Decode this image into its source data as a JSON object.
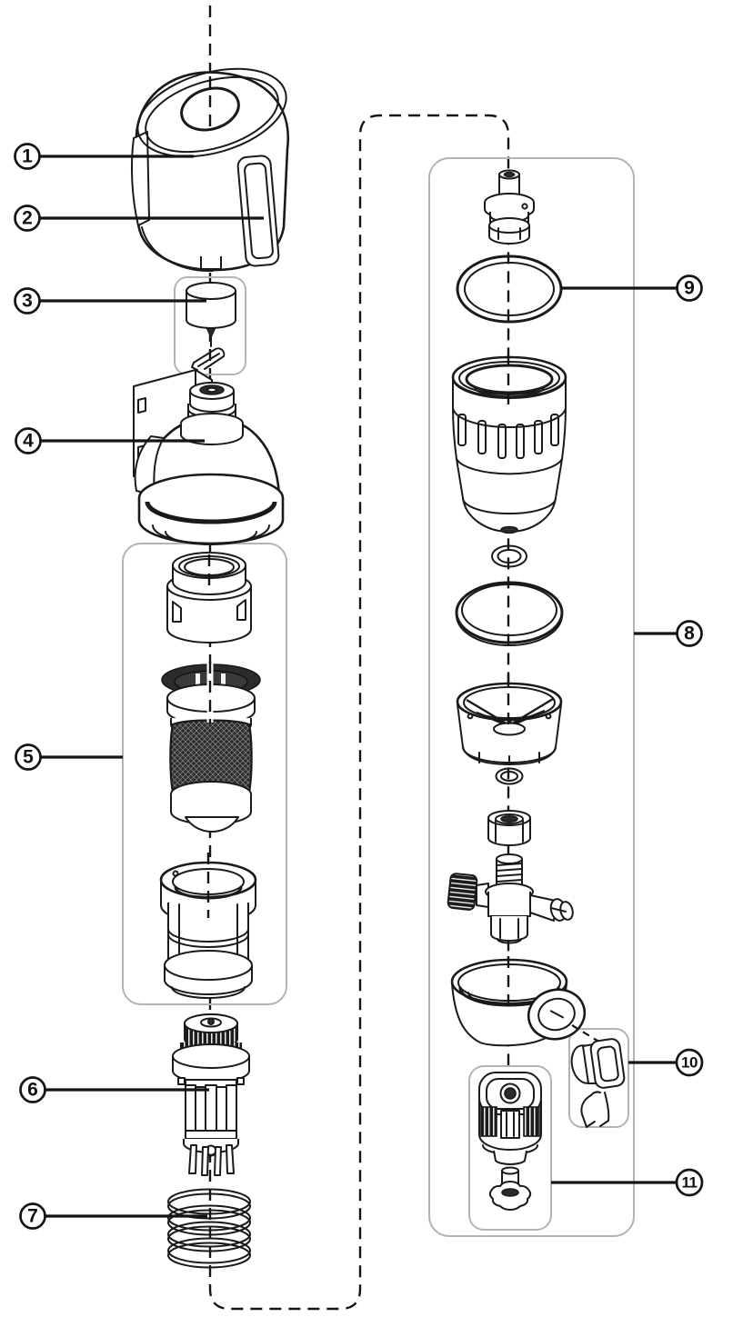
{
  "diagram": {
    "kind": "exploded-parts-diagram",
    "colors": {
      "line": "#1a1a1a",
      "group_box": "#b4b4b4",
      "background": "#ffffff"
    },
    "callouts": [
      {
        "label": "1",
        "part": "control-knob-cover"
      },
      {
        "label": "2",
        "part": "knob-side-slot"
      },
      {
        "label": "3",
        "part": "spindle-with-clip"
      },
      {
        "label": "4",
        "part": "valve-head-body"
      },
      {
        "label": "5",
        "part": "filter-cartridge-assembly"
      },
      {
        "label": "6",
        "part": "valve-insert"
      },
      {
        "label": "7",
        "part": "spring"
      },
      {
        "label": "8",
        "part": "bowl-assembly"
      },
      {
        "label": "9",
        "part": "o-ring-seal"
      },
      {
        "label": "10",
        "part": "drain-plug-with-clip"
      },
      {
        "label": "11",
        "part": "outlet-coupling-assembly"
      }
    ]
  }
}
